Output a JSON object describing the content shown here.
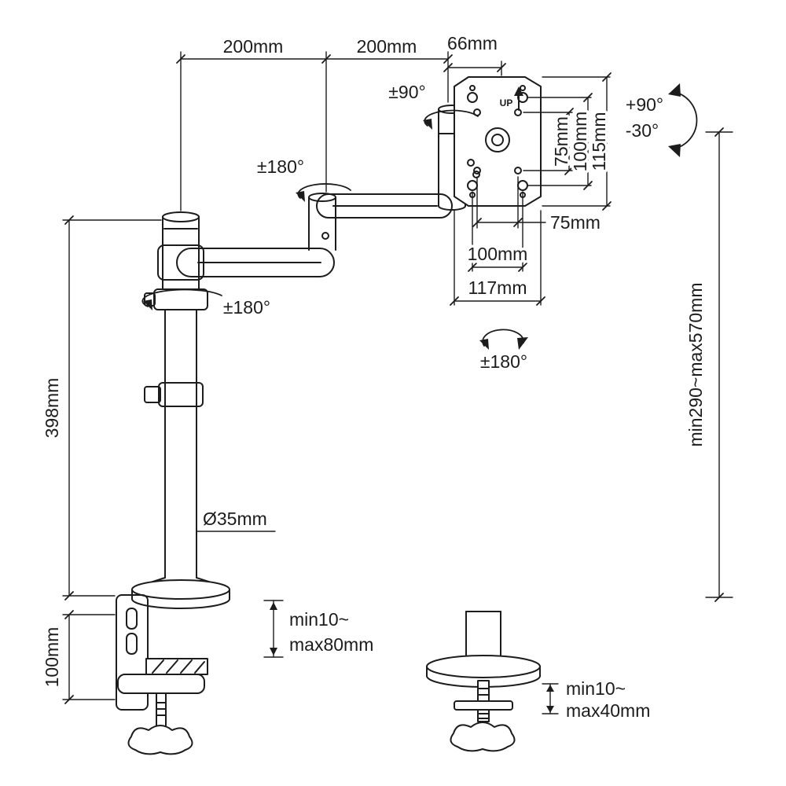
{
  "diagram": {
    "type": "technical-drawing",
    "subject": "single-monitor-desk-mount-arm",
    "line_color": "#1c1c1c",
    "background": "#ffffff"
  },
  "dims": {
    "arm1": "200mm",
    "arm2": "200mm",
    "head_offset": "66mm",
    "vesa_v_inner": "75mm",
    "vesa_v_outer": "100mm",
    "plate_height": "115mm",
    "vesa_h_inner": "75mm",
    "vesa_h_outer": "100mm",
    "plate_width": "117mm",
    "pole_length": "398mm",
    "clamp_height": "100mm",
    "pole_diameter": "Ø35mm",
    "height_range": "min290~max570mm",
    "clamp_thickness_1": "min10~",
    "clamp_thickness_2": "max80mm",
    "grommet_thickness_1": "min10~",
    "grommet_thickness_2": "max40mm"
  },
  "angles": {
    "head_swivel": "±90°",
    "elbow_swivel": "±180°",
    "pole_swivel": "±180°",
    "vesa_rotation": "±180°",
    "tilt_up": "+90°",
    "tilt_down": "-30°"
  },
  "labels": {
    "up": "UP"
  }
}
